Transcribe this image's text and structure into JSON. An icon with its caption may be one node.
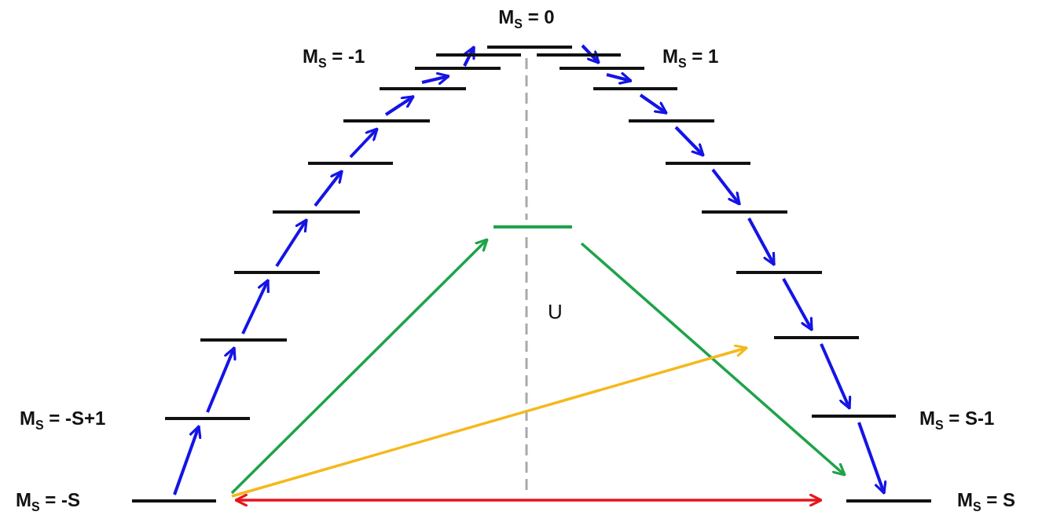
{
  "diagram": {
    "nodes": [
      {
        "text": [],
        "shape": "bar"
      },
      {
        "text": [],
        "shape": "bar"
      },
      {
        "text": [],
        "shape": "bar"
      },
      {
        "text": [],
        "shape": "bar"
      },
      {
        "text": [],
        "shape": "bar"
      },
      {
        "text": [],
        "shape": "bar"
      },
      {
        "text": [],
        "shape": "bar"
      },
      {
        "text": [],
        "shape": "bar"
      },
      {
        "text": [],
        "shape": "bar"
      },
      {
        "text": [],
        "shape": "bar"
      },
      {
        "text": [],
        "shape": "bar"
      },
      {
        "text": [],
        "shape": "bar"
      },
      {
        "text": [],
        "shape": "bar"
      },
      {
        "text": [],
        "shape": "bar"
      },
      {
        "text": [],
        "shape": "bar"
      },
      {
        "text": [],
        "shape": "bar"
      },
      {
        "text": [],
        "shape": "bar"
      },
      {
        "text": [],
        "shape": "bar"
      },
      {
        "text": [],
        "shape": "bar"
      },
      {
        "text": [],
        "shape": "bar"
      },
      {
        "text": [],
        "shape": "bar"
      },
      {
        "text": [],
        "shape": "bar"
      }
    ],
    "edges": [
      {
        "from": 10,
        "to": 9,
        "arrow": "to"
      },
      {
        "from": 9,
        "to": 8,
        "arrow": "to"
      },
      {
        "from": 8,
        "to": 7,
        "arrow": "to"
      },
      {
        "from": 7,
        "to": 6,
        "arrow": "to"
      },
      {
        "from": 6,
        "to": 5,
        "arrow": "to"
      },
      {
        "from": 5,
        "to": 4,
        "arrow": "to"
      },
      {
        "from": 4,
        "to": 3,
        "arrow": "to"
      },
      {
        "from": 3,
        "to": 2,
        "arrow": "to"
      },
      {
        "from": 2,
        "to": 0,
        "arrow": "to"
      },
      {
        "from": 0,
        "to": 12,
        "arrow": "to"
      },
      {
        "from": 12,
        "to": 13,
        "arrow": "to"
      },
      {
        "from": 13,
        "to": 14,
        "arrow": "to"
      },
      {
        "from": 14,
        "to": 15,
        "arrow": "to"
      },
      {
        "from": 15,
        "to": 16,
        "arrow": "to"
      },
      {
        "from": 16,
        "to": 17,
        "arrow": "to"
      },
      {
        "from": 17,
        "to": 18,
        "arrow": "to"
      },
      {
        "from": 18,
        "to": 19,
        "arrow": "to"
      },
      {
        "from": 19,
        "to": 20,
        "arrow": "to"
      },
      {
        "from": 10,
        "to": 21,
        "arrow": "to",
        "color": "#1ea34a"
      },
      {
        "from": 21,
        "to": 20,
        "arrow": "to",
        "color": "#1ea34a"
      },
      {
        "from": 10,
        "to": 18,
        "arrow": "to",
        "color": "#f5b81c"
      },
      {
        "from": 10,
        "to": 20,
        "arrow": "both",
        "color": "#e8141b"
      }
    ],
    "labels": [
      "M$_{S}$ = 0",
      "M$_{S}$ = -1",
      "M$_{S}$ = 1",
      "U",
      "M$_{S}$ = -S+1",
      "M$_{S}$ = S-1",
      "M$_{S}$ = -S",
      "M$_{S}$ = S"
    ]
  }
}
